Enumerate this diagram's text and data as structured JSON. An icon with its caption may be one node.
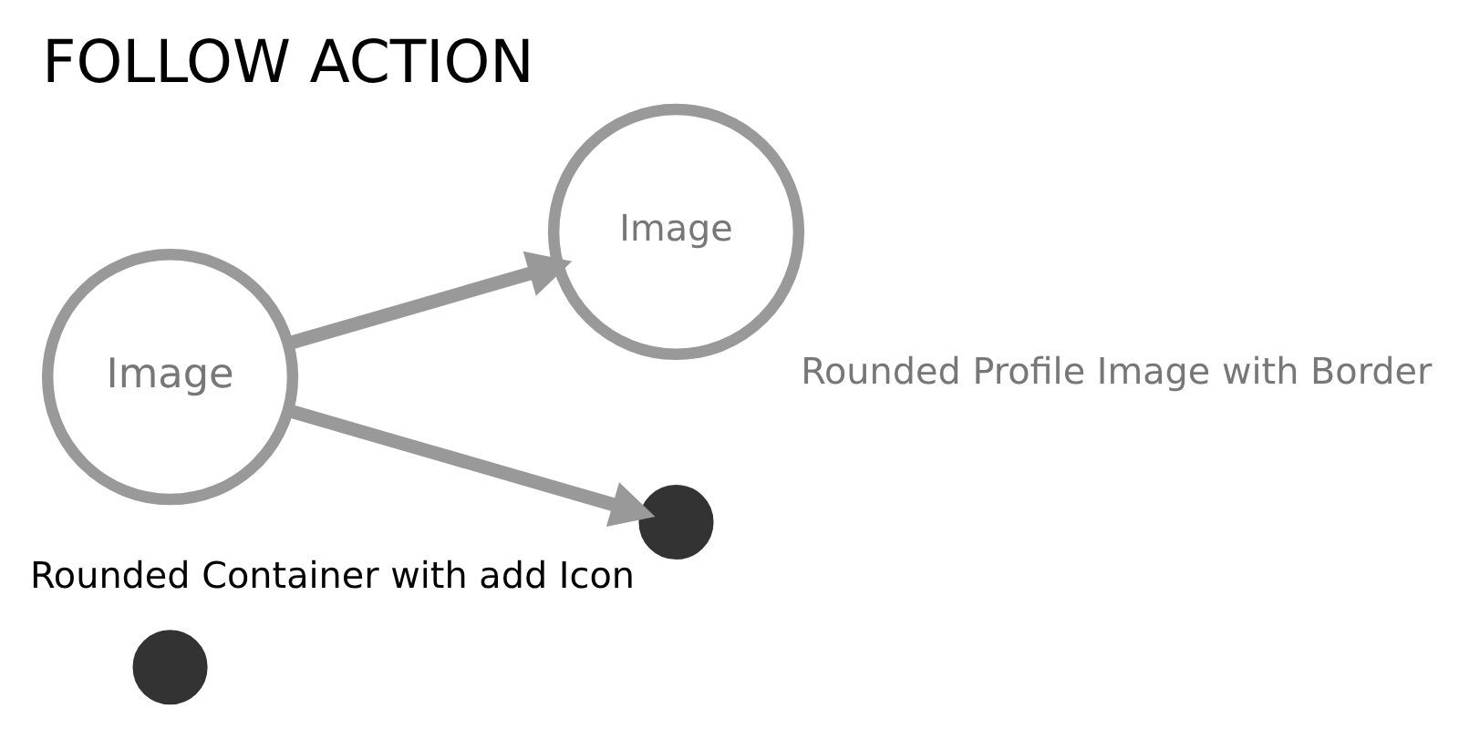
{
  "diagram": {
    "title": "FOLLOW ACTION",
    "nodes": [
      {
        "text": [
          "Image"
        ]
      },
      {
        "text": [],
        "shape": "circle"
      },
      {
        "text": [
          "Image"
        ],
        "beside": [
          "Rounded Profile Image with Border"
        ]
      },
      {
        "text": [],
        "shape": "circle",
        "beside": [
          "Rounded Container with add Icon"
        ]
      }
    ],
    "edges": [
      {
        "from": 0,
        "to": 2,
        "arrow": "to"
      },
      {
        "from": 0,
        "to": 3,
        "arrow": "to"
      }
    ]
  }
}
